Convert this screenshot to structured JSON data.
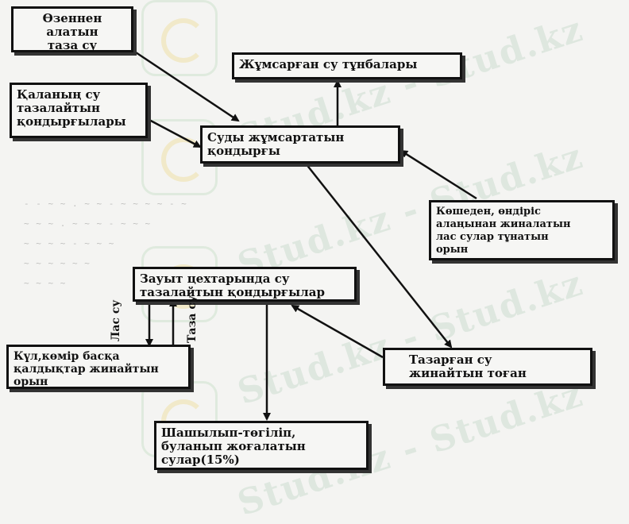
{
  "watermark": {
    "text": "Stud.kz - Stud.kz"
  },
  "colors": {
    "ink": "#111111",
    "paper": "#f4f4f2",
    "watermark": "#78aa8c"
  },
  "nodes": {
    "river": "Өзеннен\nалатын\nтаза су",
    "soft_water": "Жұмсарған су тұнбалары",
    "city_plants": "Қаланың су\nтазалайтын\nқондырғылары",
    "softener": "Суды жұмсартатын\nқондырғы",
    "street_runoff": "Көшеден, өндіріс\nалаңынан жиналатын\nлас сулар тұнатын\nорын",
    "factory_plants": "Зауыт цехтарында су\nтазалайтын қондырғылар",
    "ash_coal": "Күл,көмір басқа\nқалдықтар жинайтын\nорын",
    "clean_pond": "Тазарған су\nжинайтын тоған",
    "losses": "Шашылып-төгіліп,\nбуланып жоғалатын\nсулар(15%)"
  },
  "edge_labels": {
    "dirty_water": "Лас су",
    "clean_water": "Таза су"
  }
}
